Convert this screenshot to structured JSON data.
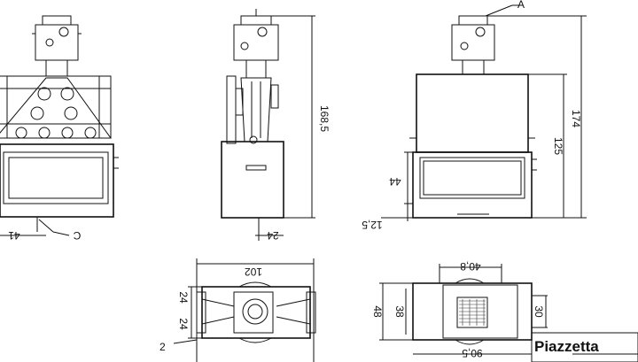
{
  "labels": {
    "callout_a": "A",
    "callout_c": "C",
    "dim_41": "41",
    "dim_24_side": "24",
    "dim_168_5": "168,5",
    "dim_174": "174",
    "dim_125": "125",
    "dim_44": "44",
    "dim_12_5": "12,5",
    "dim_102": "102",
    "dim_24_top_a": "24",
    "dim_24_top_b": "24",
    "dim_2": "2",
    "dim_40_8": "40,8",
    "dim_38": "38",
    "dim_48": "48",
    "dim_30": "30",
    "dim_90_5": "90,5"
  },
  "brand": {
    "name": "Piazzetta"
  },
  "colors": {
    "line": "#111111",
    "background": "#ffffff"
  }
}
